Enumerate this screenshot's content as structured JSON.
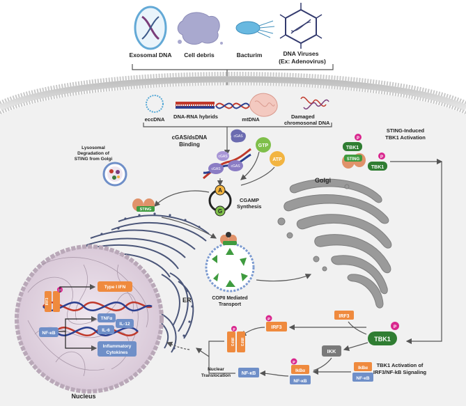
{
  "sources": [
    {
      "label": "Exosomal DNA",
      "icon": "exosome-icon"
    },
    {
      "label": "Cell debris",
      "icon": "cell-debris-icon"
    },
    {
      "label": "Bacturim",
      "icon": "bacterium-icon"
    },
    {
      "label": "DNA Viruses",
      "sublabel": "(Ex: Adenovirus)",
      "icon": "dna-virus-icon"
    }
  ],
  "cytosolic_dna": {
    "ecc": "eccDNA",
    "hybrid": "DNA-RNA hybrids",
    "mt": "mtDNA",
    "damaged_1": "Damaged",
    "damaged_2": "chromosonal DNA"
  },
  "labels": {
    "cgas_binding_1": "cGAS/dsDNA",
    "cgas_binding_2": "Binding",
    "gtp": "GTP",
    "atp": "ATP",
    "cgamp_1": "CGAMP",
    "cgamp_2": "Synthesis",
    "ring_a": "A",
    "ring_g": "G",
    "cgas_tag": "cGAS",
    "lysosomal_1": "Lysosomal",
    "lysosomal_2": "Degradation of",
    "lysosomal_3": "STING from Golgi",
    "sting": "STING",
    "tbk1": "TBK1",
    "p": "P",
    "golgi": "Golgi",
    "er": "ER",
    "nucleus": "Nucleus",
    "copii_1": "COPII Mediated",
    "copii_2": "Transport",
    "sting_tbk1_1": "STING-Induced",
    "sting_tbk1_2": "TBK1 Activation",
    "irf3": "IRF3",
    "ikk": "IKK",
    "ikba": "IkBα",
    "nfkb": "NF-κB",
    "nuc_trans_1": "Nuclear",
    "nuc_trans_2": "Translocation",
    "tbk1_act_1": "TBK1 Activation of",
    "tbk1_act_2": "IRF3/NF-kB Signaling",
    "type1_ifn": "Type I IFN",
    "tnfa": "TNFα",
    "il12": "IL-12",
    "il6": "IL-6",
    "inflam_1": "Inflammatory",
    "inflam_2": "Cytokines"
  },
  "colors": {
    "orange": "#ef8a3e",
    "blue_box": "#6f8fc8",
    "green": "#3f9b3f",
    "grey_golgi": "#9a9a9a",
    "pink": "#d9278e",
    "cell": "#f1f1f1"
  }
}
